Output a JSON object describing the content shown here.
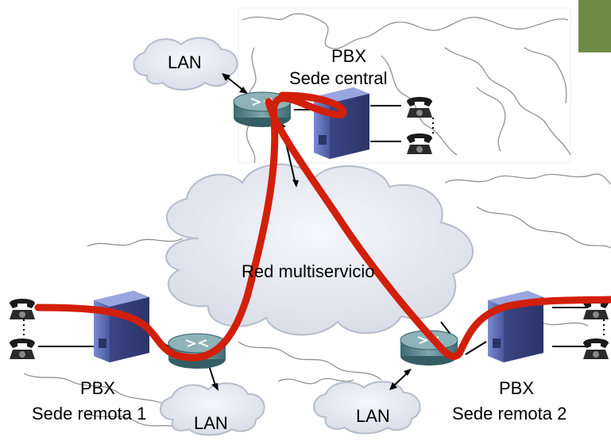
{
  "labels": {
    "lan_central": "LAN",
    "pbx_central": "PBX",
    "sede_central": "Sede central",
    "red": "Red multiservicio",
    "pbx_r1": "PBX",
    "sede_r1": "Sede remota 1",
    "lan_r1": "LAN",
    "lan_r2": "LAN",
    "pbx_r2": "PBX",
    "sede_r2": "Sede remota 2"
  },
  "colors": {
    "call_path": "#d21f0a",
    "router": "#5f8a92",
    "server": "#5d6db2",
    "cloud": "#e7eaf2",
    "corner_accent": "#6f8a45"
  },
  "icons": [
    "cloud-icon",
    "router-icon",
    "pbx-server-icon",
    "telephone-icon"
  ]
}
